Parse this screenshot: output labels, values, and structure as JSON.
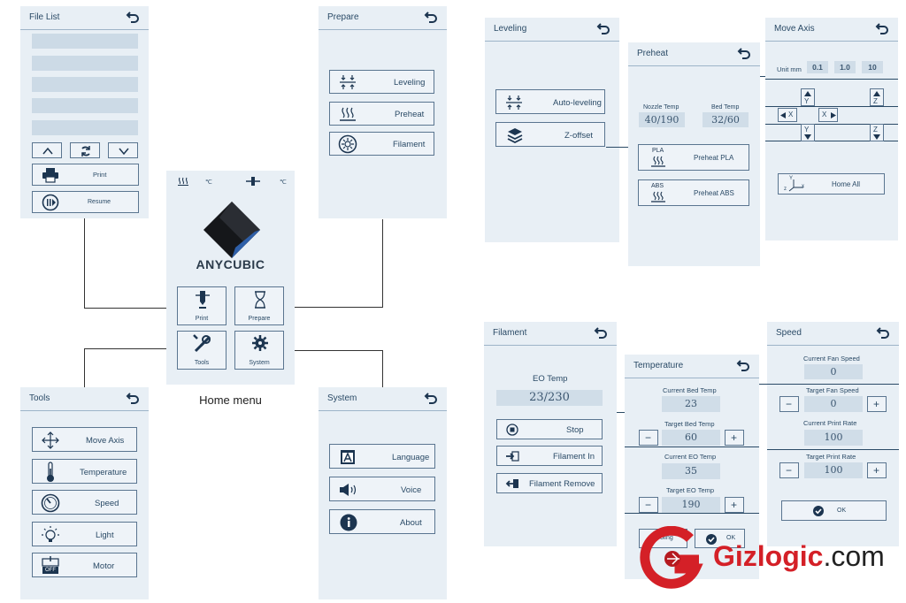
{
  "home": {
    "caption": "Home menu",
    "brand": "ANYCUBIC",
    "status_unit_1": "℃",
    "status_unit_2": "℃",
    "tiles": [
      {
        "label": "Print",
        "icon": "nozzle-icon"
      },
      {
        "label": "Prepare",
        "icon": "hourglass-icon"
      },
      {
        "label": "Tools",
        "icon": "tools-icon"
      },
      {
        "label": "System",
        "icon": "gear-icon"
      }
    ]
  },
  "file_list": {
    "title": "File List",
    "print_label": "Print",
    "resume_label": "Resume"
  },
  "prepare": {
    "title": "Prepare",
    "items": [
      "Leveling",
      "Preheat",
      "Filament"
    ]
  },
  "tools": {
    "title": "Tools",
    "items": [
      "Move Axis",
      "Temperature",
      "Speed",
      "Light",
      "Motor"
    ],
    "motor_badge": "OFF"
  },
  "system": {
    "title": "System",
    "items": [
      "Language",
      "Voice",
      "About"
    ]
  },
  "leveling": {
    "title": "Leveling",
    "items": [
      "Auto-leveling",
      "Z-offset"
    ]
  },
  "preheat": {
    "title": "Preheat",
    "nozzle_label": "Nozzle Temp",
    "bed_label": "Bed Temp",
    "nozzle_value": "40/190",
    "bed_value": "32/60",
    "pla_badge": "PLA",
    "abs_badge": "ABS",
    "pla_label": "Preheat PLA",
    "abs_label": "Preheat ABS"
  },
  "move_axis": {
    "title": "Move Axis",
    "unit_label": "Unit mm",
    "units": [
      "0.1",
      "1.0",
      "10"
    ],
    "y_label": "Y",
    "x_label": "X",
    "z_label": "Z",
    "axis_x": "x",
    "axis_y": "Y",
    "axis_z": "z",
    "home_label": "Home All"
  },
  "filament": {
    "title": "Filament",
    "temp_label": "EO Temp",
    "temp_value": "23/230",
    "items": [
      "Stop",
      "Filament In",
      "Filament Remove"
    ]
  },
  "temperature": {
    "title": "Temperature",
    "current_bed_label": "Current Bed Temp",
    "current_bed_value": "23",
    "target_bed_label": "Target Bed Temp",
    "target_bed_value": "60",
    "current_eo_label": "Current EO Temp",
    "current_eo_value": "35",
    "target_eo_label": "Target EO Temp",
    "target_eo_value": "190",
    "minus": "−",
    "plus": "+",
    "cooling_label": "Cooling",
    "ok_label": "OK"
  },
  "speed": {
    "title": "Speed",
    "current_fan_label": "Current Fan Speed",
    "current_fan_value": "0",
    "target_fan_label": "Target Fan Speed",
    "target_fan_value": "0",
    "current_rate_label": "Current Print Rate",
    "current_rate_value": "100",
    "target_rate_label": "Target Print Rate",
    "target_rate_value": "100",
    "minus": "−",
    "plus": "+",
    "ok_label": "OK"
  },
  "watermark": {
    "brand": "Gizlogic",
    "suffix": ".com",
    "brand_color": "#d42027"
  }
}
